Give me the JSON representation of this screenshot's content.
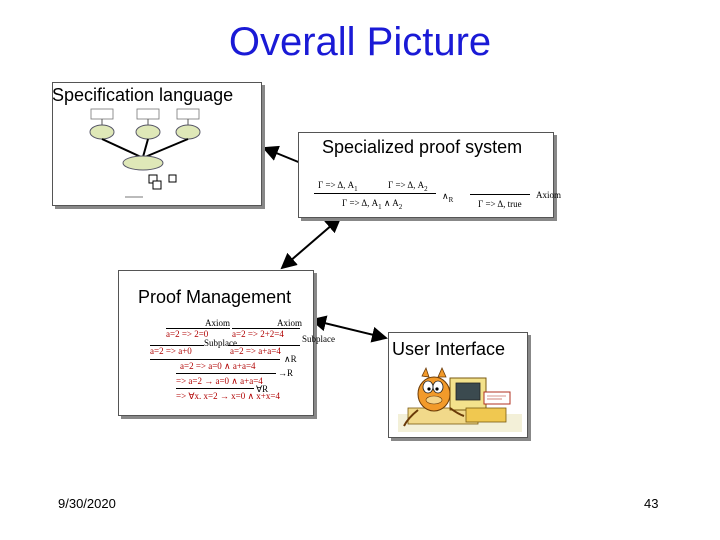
{
  "title": "Overall Picture",
  "boxes": {
    "spec": {
      "label": "Specification language"
    },
    "proof_system": {
      "label": "Specialized proof system"
    },
    "proof_mgmt": {
      "label": "Proof Management"
    },
    "ui": {
      "label": "User Interface"
    }
  },
  "proof_system": {
    "premise_left": "Γ => Δ, A",
    "premise_left_sub": "1",
    "premise_right": "Γ => Δ, A",
    "premise_right_sub": "2",
    "conclusion": "Γ => Δ, A",
    "conclusion_sub1": "1",
    "conclusion_mid": " ∧ A",
    "conclusion_sub2": "2",
    "rule_and": "∧",
    "rule_and_sub": "R",
    "axiom_conclusion": "Γ => Δ, true",
    "axiom_label": "Axiom"
  },
  "proof_mgmt": {
    "axiom1": "Axiom",
    "axiom2": "Axiom",
    "leaf1": "a=2 => 2=0",
    "leaf2": "a=2 => 2+2=4",
    "subst1": "Subplace",
    "subst2": "Subplace",
    "mid1": "a=2 => a+0",
    "mid2": "a=2 => a+a=4",
    "and_r": "∧R",
    "step1": "a=2 => a=0 ∧ a+a=4",
    "imp_r": "→R",
    "step2": "=> a=2 → a=0 ∧ a+a=4",
    "forall_r": "∀R",
    "root": "=> ∀x. x=2 → x=0 ∧ x+x=4"
  },
  "footer": {
    "date": "9/30/2020",
    "page": "43"
  },
  "colors": {
    "title": "#1a1ad6",
    "tree_text": "#b00000",
    "box_shadow": "#888888"
  }
}
